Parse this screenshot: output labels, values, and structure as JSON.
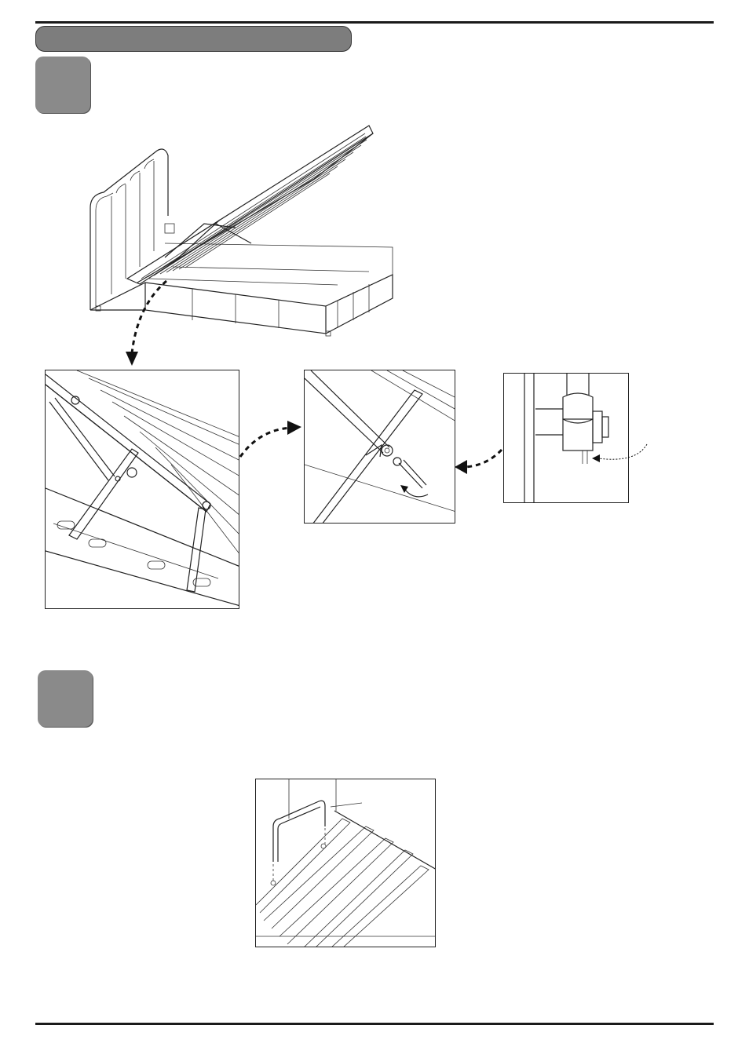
{
  "document": {
    "header_bar": {
      "color": "#7d7d7d"
    },
    "steps": [
      {
        "id": "step-1",
        "label": "",
        "color": "#8a8a8a"
      },
      {
        "id": "step-2",
        "label": "",
        "color": "#8a8a8a"
      }
    ],
    "illustrations": [
      "bed-frame-lift-up-overview",
      "gas-strut-bracket-detail",
      "wrench-tightening-detail",
      "bolt-nut-closeup",
      "headboard-slat-retainer-bar"
    ],
    "icons": [
      "curved-arrow-icon",
      "wrench-icon",
      "dashed-arrow-icon"
    ]
  }
}
